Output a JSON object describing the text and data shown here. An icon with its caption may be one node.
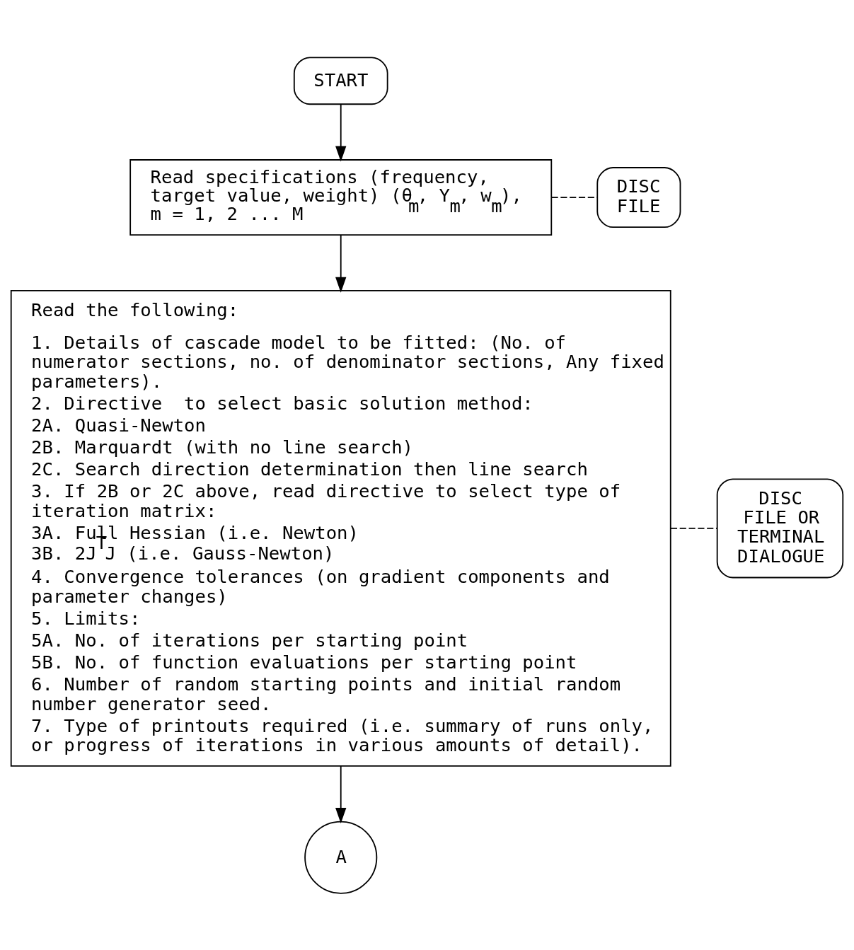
{
  "diagram": {
    "nodes": [
      {
        "text": [
          "START"
        ]
      },
      {
        "text": [
          "Read specifications (frequency, target value, weight) (θ$_{m}$, Y$_{m}$, w$_{m}$),  m = 1, 2 ... M"
        ]
      },
      {
        "text": [
          "DISC FILE"
        ]
      },
      {
        "text": [
          "Read the following:",
          "1. Details of cascade model to be fitted: (No. of numerator sections, no. of denominator sections, Any fixed parameters).",
          "2. Directive  to select basic solution method:",
          "2A. Quasi-Newton",
          "2B. Marquardt (with no line search)",
          "2C. Search direction determination then line search",
          "3. If 2B or 2C above, read directive to select type of iteration matrix:",
          "3A. Full Hessian (i.e. Newton)",
          "3B. 2J$^{T}$J (i.e. Gauss-Newton)",
          "4. Convergence tolerances (on gradient components and parameter changes)",
          "5. Limits:",
          "5A. No. of iterations per starting point",
          "5B. No. of function evaluations per starting point",
          "6. Number of random starting points and initial random number generator seed.",
          "7. Type of printouts required (i.e. summary of runs only, or progress of iterations in various amounts of detail)."
        ]
      },
      {
        "text": [
          "DISC FILE OR TERMINAL DIALOGUE"
        ]
      },
      {
        "text": [
          "A"
        ]
      }
    ],
    "edges": [
      {
        "from": 0,
        "to": 1,
        "arrow": "to"
      },
      {
        "from": 1,
        "to": 2,
        "arrow": "none",
        "style": "dashed"
      },
      {
        "from": 1,
        "to": 3,
        "arrow": "to"
      },
      {
        "from": 3,
        "to": 4,
        "arrow": "none",
        "style": "dashed"
      },
      {
        "from": 3,
        "to": 5,
        "arrow": "to"
      }
    ]
  }
}
